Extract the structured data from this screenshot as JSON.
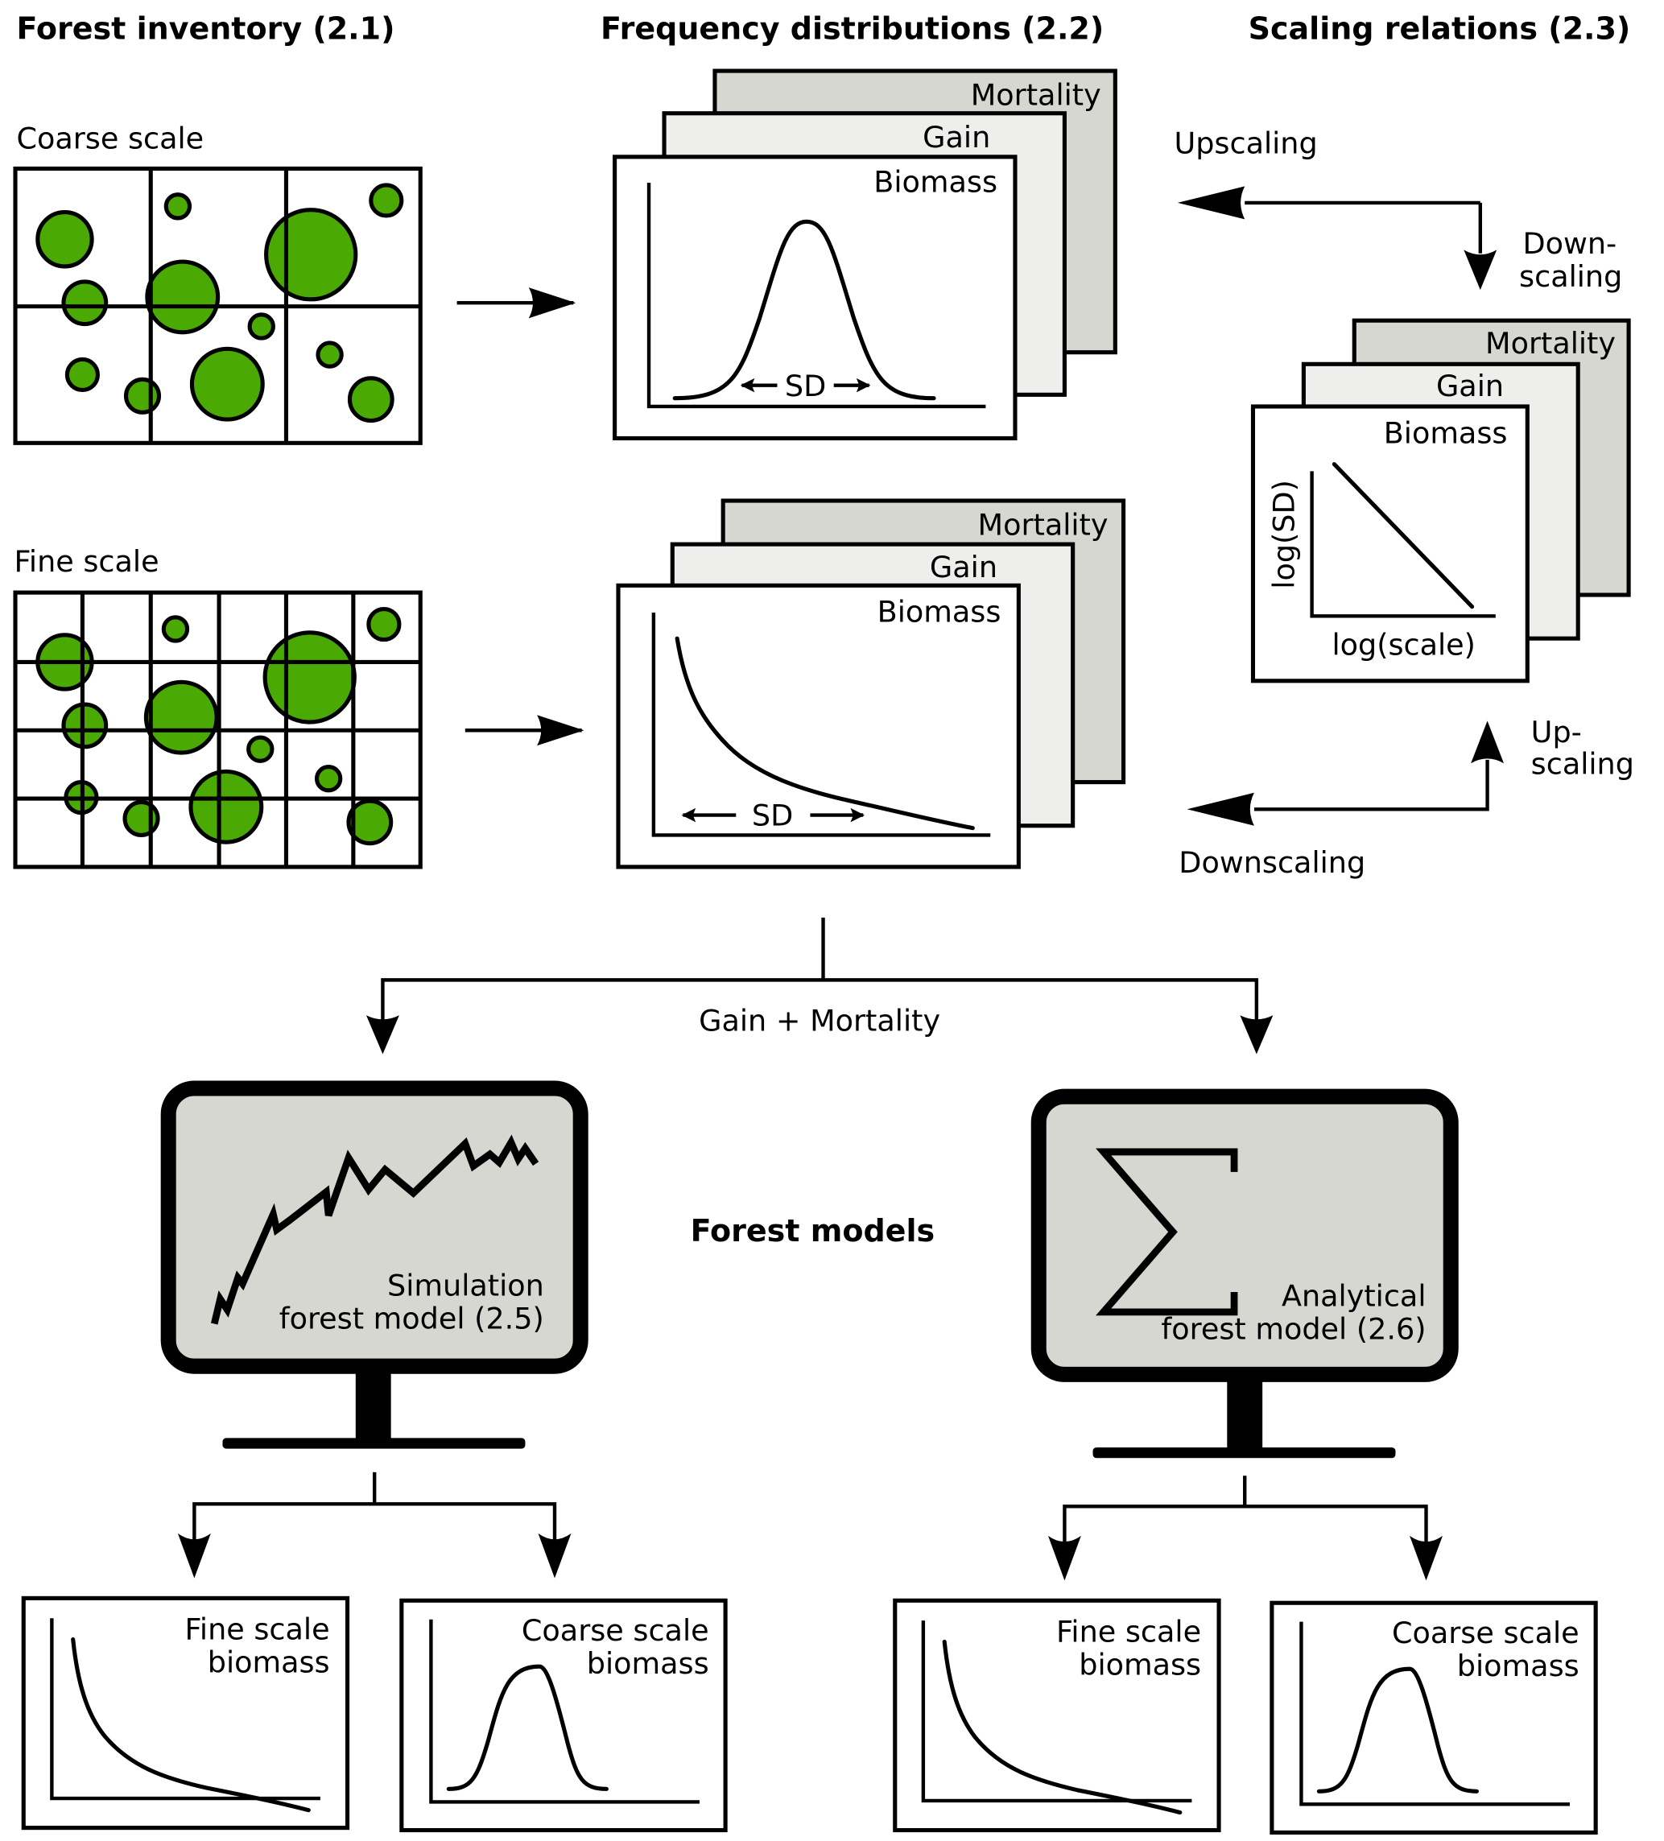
{
  "headings": {
    "inventory": "Forest inventory (2.1)",
    "distributions": "Frequency distributions (2.2)",
    "scaling": "Scaling relations (2.3)",
    "models": "Forest models"
  },
  "inventory": {
    "coarse_label": "Coarse scale",
    "fine_label": "Fine scale",
    "coarse_grid": {
      "columns": 3,
      "rows": 2
    },
    "fine_grid": {
      "columns": 6,
      "rows": 4
    }
  },
  "distributions": {
    "coarse_stack": {
      "back": "Mortality",
      "middle": "Gain",
      "front": "Biomass",
      "sd_label": "SD",
      "shape": "normal"
    },
    "fine_stack": {
      "back": "Mortality",
      "middle": "Gain",
      "front": "Biomass",
      "sd_label": "SD",
      "shape": "decreasing"
    }
  },
  "scaling": {
    "upscaling_top": "Upscaling",
    "downscaling_top": "Down-\nscaling",
    "downscaling_top_line1": "Down-",
    "downscaling_top_line2": "scaling",
    "upscaling_bottom_line1": "Up-",
    "upscaling_bottom_line2": "scaling",
    "downscaling_bottom": "Downscaling",
    "stack": {
      "back": "Mortality",
      "middle": "Gain",
      "front": "Biomass"
    },
    "ylabel": "log(SD)",
    "xlabel": "log(scale)"
  },
  "flow": {
    "gain_mortality": "Gain + Mortality"
  },
  "models": {
    "simulation": {
      "line1": "Simulation",
      "line2": "forest model (2.5)"
    },
    "analytical": {
      "line1": "Analytical",
      "line2": "forest model (2.6)",
      "symbol": "Σ"
    }
  },
  "outputs": {
    "sim_fine": {
      "line1": "Fine scale",
      "line2": "biomass"
    },
    "sim_coarse": {
      "line1": "Coarse scale",
      "line2": "biomass"
    },
    "ana_fine": {
      "line1": "Fine scale",
      "line2": "biomass"
    },
    "ana_coarse": {
      "line1": "Coarse scale",
      "line2": "biomass"
    }
  },
  "colors": {
    "tree_fill": "#4aa902",
    "back_panel": "#d5d7d0",
    "middle_panel": "#eeeeec",
    "screen": "#d5d7d0"
  }
}
